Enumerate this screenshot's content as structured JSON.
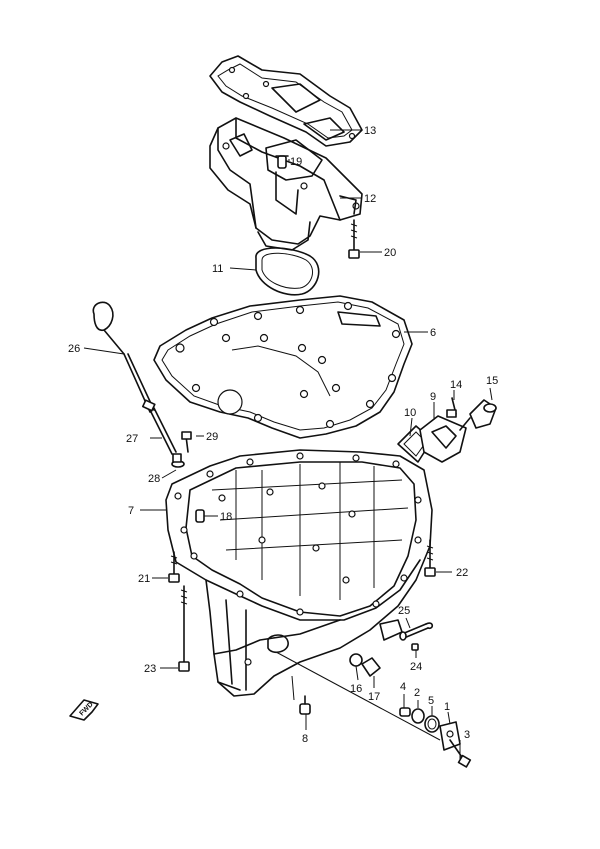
{
  "callouts": [
    {
      "id": "1",
      "label": "1"
    },
    {
      "id": "2",
      "label": "2"
    },
    {
      "id": "3",
      "label": "3"
    },
    {
      "id": "4",
      "label": "4"
    },
    {
      "id": "5",
      "label": "5"
    },
    {
      "id": "6",
      "label": "6"
    },
    {
      "id": "7",
      "label": "7"
    },
    {
      "id": "8",
      "label": "8"
    },
    {
      "id": "9",
      "label": "9"
    },
    {
      "id": "10",
      "label": "10"
    },
    {
      "id": "11",
      "label": "11"
    },
    {
      "id": "12",
      "label": "12"
    },
    {
      "id": "13",
      "label": "13"
    },
    {
      "id": "14",
      "label": "14"
    },
    {
      "id": "15",
      "label": "15"
    },
    {
      "id": "16",
      "label": "16"
    },
    {
      "id": "17",
      "label": "17"
    },
    {
      "id": "18",
      "label": "18"
    },
    {
      "id": "19",
      "label": "19"
    },
    {
      "id": "20",
      "label": "20"
    },
    {
      "id": "21",
      "label": "21"
    },
    {
      "id": "22",
      "label": "22"
    },
    {
      "id": "23",
      "label": "23"
    },
    {
      "id": "24",
      "label": "24"
    },
    {
      "id": "25",
      "label": "25"
    },
    {
      "id": "26",
      "label": "26"
    },
    {
      "id": "27",
      "label": "27"
    },
    {
      "id": "28",
      "label": "28"
    },
    {
      "id": "29",
      "label": "29"
    }
  ],
  "direction_marker": {
    "text": "FWD",
    "icon": "forward-arrow-icon"
  },
  "colors": {
    "line": "#111111",
    "background": "#ffffff"
  }
}
